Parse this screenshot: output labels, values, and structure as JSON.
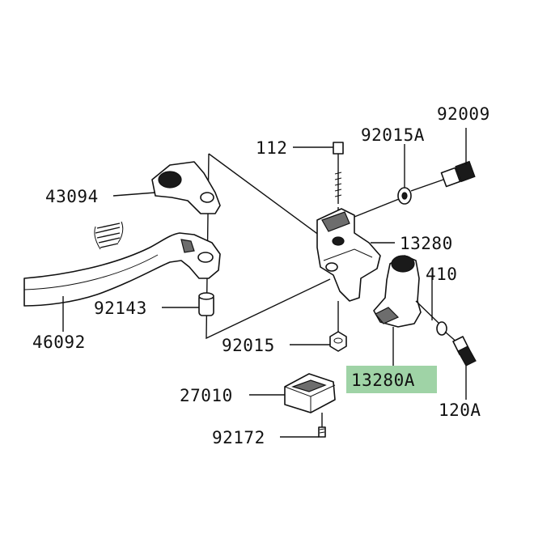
{
  "diagram": {
    "highlight_color": "#9fd3a6",
    "callouts": [
      {
        "id": "112",
        "text": "112"
      },
      {
        "id": "92015A",
        "text": "92015A"
      },
      {
        "id": "92009",
        "text": "92009"
      },
      {
        "id": "43094",
        "text": "43094"
      },
      {
        "id": "13280",
        "text": "13280"
      },
      {
        "id": "410",
        "text": "410"
      },
      {
        "id": "92143",
        "text": "92143"
      },
      {
        "id": "46092",
        "text": "46092"
      },
      {
        "id": "92015",
        "text": "92015"
      },
      {
        "id": "13280A",
        "text": "13280A",
        "highlighted": true
      },
      {
        "id": "27010",
        "text": "27010"
      },
      {
        "id": "120A",
        "text": "120A"
      },
      {
        "id": "92172",
        "text": "92172"
      }
    ]
  }
}
